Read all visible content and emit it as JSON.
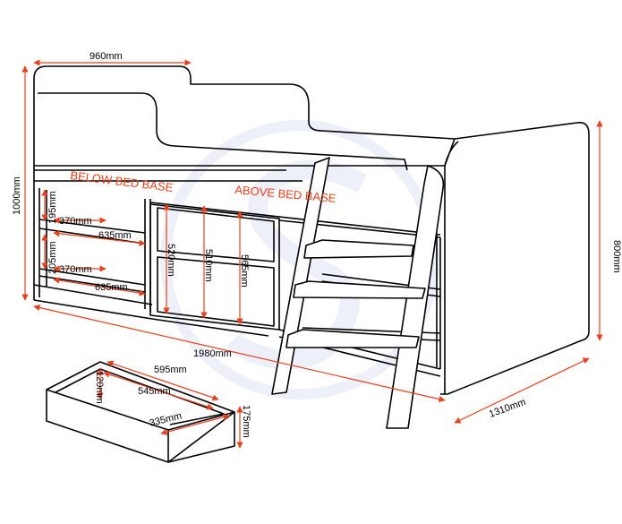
{
  "labels": {
    "below_bed_base": "BELOW BED BASE",
    "above_bed_base": "ABOVE BED BASE"
  },
  "dimensions": {
    "width_top": "960mm",
    "height_left": "1000mm",
    "height_right": "800mm",
    "length": "1980mm",
    "depth": "1310mm",
    "shelf_gap_upper": "195mm",
    "shelf_gap_lower": "205mm",
    "shelf_width_upper": "370mm",
    "shelf_depth_upper": "635mm",
    "shelf_width_lower": "370mm",
    "shelf_depth_lower": "635mm",
    "cabinet_h1": "520mm",
    "cabinet_h2": "510mm",
    "cabinet_h3": "565mm",
    "drawer_length_outer": "595mm",
    "drawer_length_inner": "545mm",
    "drawer_depth": "335mm",
    "drawer_height_inner": "120mm",
    "drawer_height_outer": "175mm"
  },
  "colors": {
    "outline": "#000000",
    "arrow": "#e8401c",
    "watermark": "#dfe3f5"
  }
}
